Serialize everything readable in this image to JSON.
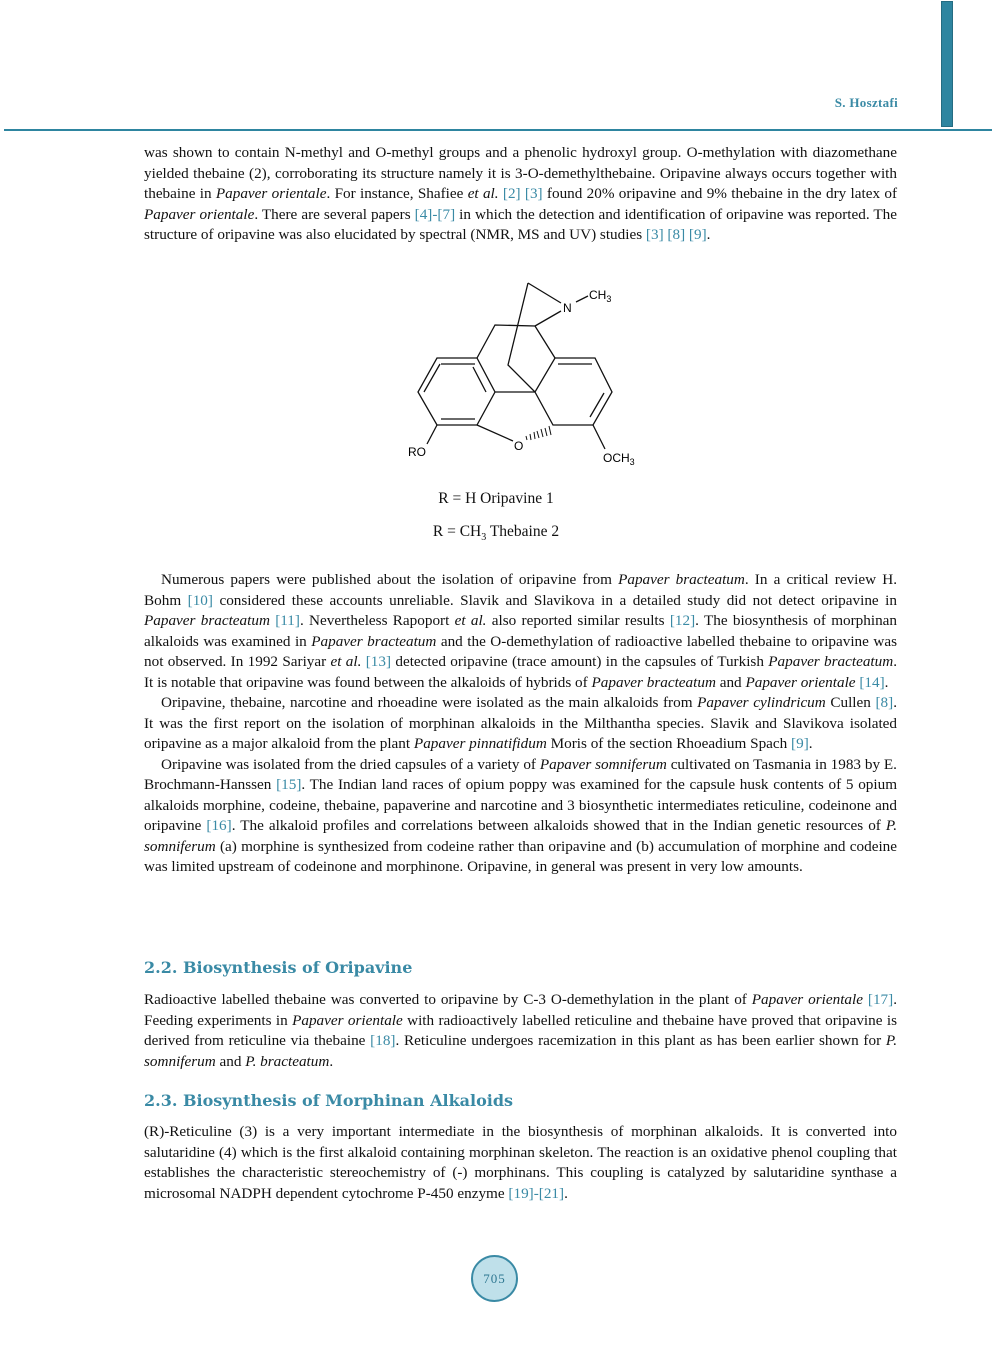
{
  "header": {
    "author": "S. Hosztafi",
    "accent": "#2e85a0"
  },
  "structure": {
    "ro": "RO",
    "o": "O",
    "n": "N",
    "ch": "CH",
    "three": "3",
    "och": "OCH",
    "caption1": "R = H Oripavine  1",
    "caption2_pre": "R = CH",
    "caption2_sub": "3",
    "caption2_post": " Thebaine 2"
  },
  "headings": {
    "s22": "2.2. Biosynthesis of Oripavine",
    "s23": "2.3. Biosynthesis of Morphinan Alkaloids"
  },
  "paragraphs": [
    {
      "indent": false,
      "segs": [
        [
          "t",
          "was shown to contain N-methyl and O-methyl groups and a phenolic hydroxyl group. O-methylation with di­azomethane yielded thebaine (2), corroborating its structure namely it is 3-O-demethylthebaine. Oripavine al­ways occurs together with thebaine in "
        ],
        [
          "i",
          "Papaver orientale"
        ],
        [
          "t",
          ". For instance, Shafiee "
        ],
        [
          "i",
          "et al."
        ],
        [
          "t",
          " "
        ],
        [
          "r",
          "[2] [3]"
        ],
        [
          "t",
          " found 20% oripa­vine and 9% thebaine in the dry latex of "
        ],
        [
          "i",
          "Papaver orientale"
        ],
        [
          "t",
          ". There are several papers "
        ],
        [
          "r",
          "[4]-[7]"
        ],
        [
          "t",
          " in which the detec­tion and identification of oripavine was reported. The structure of oripavine was also elucidated by spectral (NMR, MS and UV) studies "
        ],
        [
          "r",
          "[3] [8] [9]"
        ],
        [
          "t",
          "."
        ]
      ]
    },
    {
      "indent": true,
      "segs": [
        [
          "t",
          "Numerous papers were published about the isolation of oripavine from "
        ],
        [
          "i",
          "Papaver bracteatum"
        ],
        [
          "t",
          ". In a critical re­view H. Bohm "
        ],
        [
          "r",
          "[10]"
        ],
        [
          "t",
          " considered these accounts unreliable. Slavik and Slavikova in a detailed study did not detect oripavine in "
        ],
        [
          "i",
          "Papaver bracteatum"
        ],
        [
          "t",
          " "
        ],
        [
          "r",
          "[11]"
        ],
        [
          "t",
          ". Nevertheless Rapoport "
        ],
        [
          "i",
          "et al."
        ],
        [
          "t",
          " also reported similar results "
        ],
        [
          "r",
          "[12]"
        ],
        [
          "t",
          ". The bio­synthesis of morphinan alkaloids was examined in "
        ],
        [
          "i",
          "Papaver bracteatum"
        ],
        [
          "t",
          " and the O-demethylation of radioactive labelled thebaine to oripavine was not observed. In 1992 Sariyar "
        ],
        [
          "i",
          "et al."
        ],
        [
          "t",
          " "
        ],
        [
          "r",
          "[13]"
        ],
        [
          "t",
          " detected oripavine (trace amount) in the capsules of Turkish "
        ],
        [
          "i",
          "Papaver bracteatum"
        ],
        [
          "t",
          ". It is notable that oripavine was found between the alkaloids of hy­brids of "
        ],
        [
          "i",
          "Papaver bracteatum"
        ],
        [
          "t",
          " and "
        ],
        [
          "i",
          "Papaver orientale"
        ],
        [
          "t",
          " "
        ],
        [
          "r",
          "[14]"
        ],
        [
          "t",
          "."
        ]
      ]
    },
    {
      "indent": true,
      "segs": [
        [
          "t",
          " Oripavine, thebaine, narcotine and rhoeadine were isolated as the main alkaloids from "
        ],
        [
          "i",
          "Papaver cylindricum"
        ],
        [
          "t",
          " Cullen "
        ],
        [
          "r",
          "[8]"
        ],
        [
          "t",
          ". It was the first report on the isolation of morphinan alkaloids in the Milthantha species. Slavik and Slavikova isolated oripavine as a major alkaloid from the plant "
        ],
        [
          "i",
          "Papaver pinnatifidum"
        ],
        [
          "t",
          " Moris of the section Rhoeadium Spach "
        ],
        [
          "r",
          "[9]"
        ],
        [
          "t",
          "."
        ]
      ]
    },
    {
      "indent": true,
      "segs": [
        [
          "t",
          "Oripavine was isolated from the dried capsules of a variety of "
        ],
        [
          "i",
          "Papaver somniferum"
        ],
        [
          "t",
          " cultivated on Tasmania in 1983 by E. Brochmann-Hanssen "
        ],
        [
          "r",
          "[15]"
        ],
        [
          "t",
          ". The Indian land races of opium poppy was examined for the capsule husk contents of 5 opium alkaloids morphine, codeine, thebaine, papaverine and narcotine and 3 biosynthetic inter­mediates reticuline, codeinone and oripavine "
        ],
        [
          "r",
          "[16]"
        ],
        [
          "t",
          ". The alkaloid profiles and correlations between alkaloids showed that in the Indian genetic resources of "
        ],
        [
          "i",
          "P. somniferum"
        ],
        [
          "t",
          " (a) morphine is synthesized from codeine rather than oripavine and (b) accumulation of morphine and codeine was limited upstream of codeinone and morphi­none. Oripavine, in general was present in very low amounts."
        ]
      ]
    },
    {
      "indent": false,
      "segs": [
        [
          "t",
          "Radioactive labelled thebaine was converted to oripavine by C-3 O-demethylation in the plant of "
        ],
        [
          "i",
          "Papaver orientale"
        ],
        [
          "t",
          " "
        ],
        [
          "r",
          "[17]"
        ],
        [
          "t",
          ". Feeding experiments in "
        ],
        [
          "i",
          "Papaver orientale"
        ],
        [
          "t",
          " with radioactively labelled reticuline and thebaine have proved that oripavine is derived from reticuline via thebaine "
        ],
        [
          "r",
          "[18]"
        ],
        [
          "t",
          ". Reticuline undergoes racemization in this plant as has been earlier shown for "
        ],
        [
          "i",
          "P. somniferum"
        ],
        [
          "t",
          " and "
        ],
        [
          "i",
          "P. bracteatum"
        ],
        [
          "t",
          "."
        ]
      ]
    },
    {
      "indent": false,
      "segs": [
        [
          "t",
          "(R)-Reticuline (3) is a very important intermediate in the biosynthesis of morphinan alkaloids. It is converted into salutaridine (4) which is the first alkaloid containing morphinan skeleton. The reaction is an oxidative phe­nol coupling that establishes the characteristic stereochemistry of (-) morphinans. This coupling is catalyzed by salutaridine synthase a microsomal NADPH dependent cytochrome P-450 enzyme "
        ],
        [
          "r",
          "[19]-[21]"
        ],
        [
          "t",
          "."
        ]
      ]
    }
  ],
  "footer": {
    "page_number": "705"
  }
}
